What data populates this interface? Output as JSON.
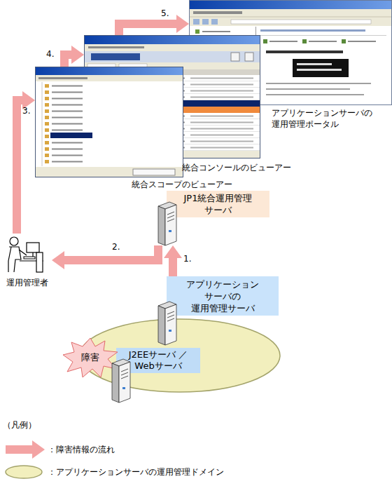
{
  "diagram": {
    "nodes": [
      {
        "text": [
          "アプリケーションサーバの 運用管理ポータル"
        ]
      },
      {
        "text": [
          "統合コンソールのビューアー"
        ]
      },
      {
        "text": [
          "統合スコープのビューアー"
        ]
      },
      {
        "text": [
          "JP1統合運用管理 サーバ"
        ]
      },
      {
        "text": [
          "運用管理者"
        ]
      },
      {
        "text": [
          "アプリケーション サーバの 運用管理サーバ"
        ]
      },
      {
        "text": [
          "J2EEサーバ ／Webサーバ"
        ]
      },
      {
        "text": [
          "障害"
        ]
      }
    ],
    "edges": [
      {
        "from": 5,
        "to": 3,
        "arrow": "to",
        "label": "1."
      },
      {
        "from": 3,
        "to": 4,
        "arrow": "to",
        "label": "2."
      },
      {
        "from": 4,
        "to": 2,
        "arrow": "to",
        "label": "3."
      },
      {
        "from": 2,
        "to": 1,
        "arrow": "to",
        "label": "4."
      },
      {
        "from": 1,
        "to": 0,
        "arrow": "to",
        "label": "5."
      }
    ],
    "labels": [
      "（凡例）"
    ],
    "legend": [
      {
        "text": "：障害情報の流れ"
      },
      {
        "text": "：アプリケーションサーバの運用管理ドメイン"
      }
    ]
  }
}
